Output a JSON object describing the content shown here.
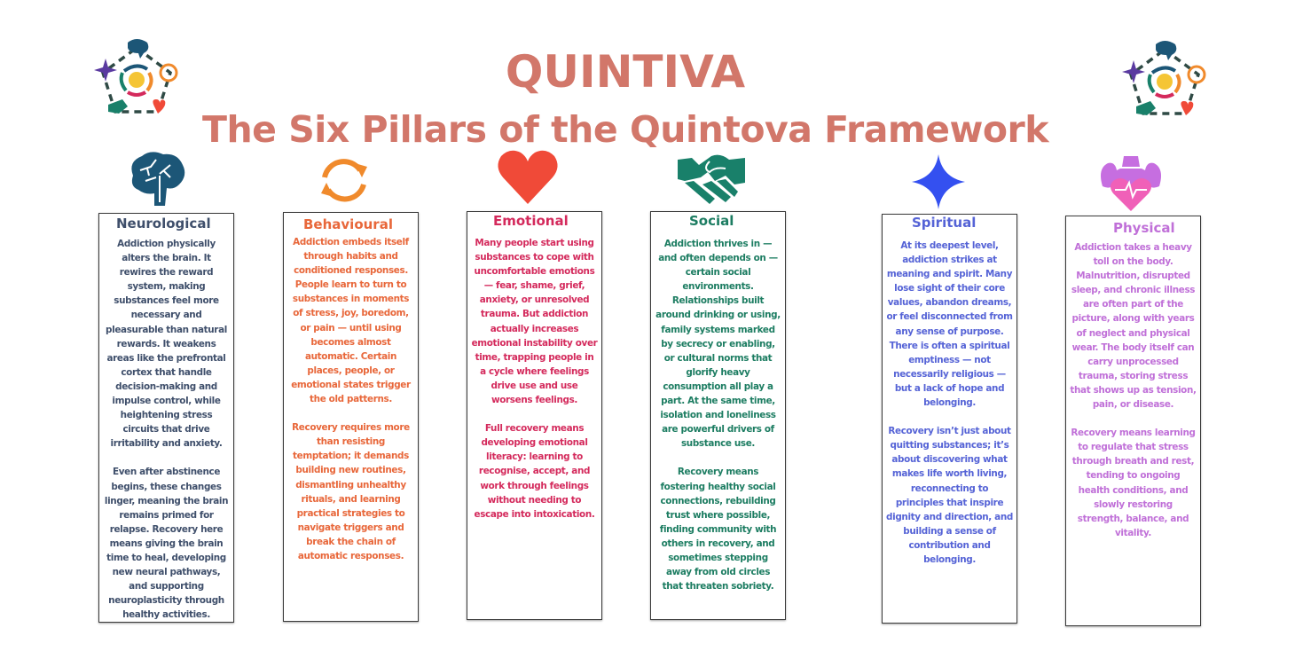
{
  "header": {
    "title": "QUINTIVA",
    "subtitle": "The Six Pillars of the Quintova Framework",
    "title_color": "#d2776a",
    "logo_icon": "quintova-pentagon-logo-icon"
  },
  "pillars": [
    {
      "key": "neurological",
      "title": "Neurological",
      "icon": "brain-icon",
      "color": "#3f4f6b",
      "icon_color": "#1c5677",
      "paragraphs": [
        "Addiction physically alters the brain. It rewires the reward system, making substances feel more necessary and pleasurable than natural rewards. It weakens areas like the prefrontal cortex that handle decision-making and impulse control, while heightening stress circuits that drive irritability and anxiety.",
        "Even after abstinence begins, these changes linger, meaning the brain remains primed for relapse. Recovery here means giving the brain time to heal, developing new neural pathways, and supporting neuroplasticity through healthy activities."
      ]
    },
    {
      "key": "behavioural",
      "title": "Behavioural",
      "icon": "cycle-arrows-icon",
      "color": "#e8673a",
      "icon_color": "#f08a2c",
      "paragraphs": [
        "Addiction embeds itself through habits and conditioned responses. People learn to turn to substances in moments of stress, joy, boredom, or pain — until using becomes almost automatic. Certain places, people, or emotional states trigger the old patterns.",
        "Recovery requires more than resisting temptation; it demands building new routines, dismantling unhealthy rituals, and learning practical strategies to navigate triggers and break the chain of automatic responses."
      ]
    },
    {
      "key": "emotional",
      "title": "Emotional",
      "icon": "heart-icon",
      "color": "#d42a5c",
      "icon_color": "#f04a38",
      "paragraphs": [
        "Many people start using substances to cope with uncomfortable emotions — fear, shame, grief, anxiety, or unresolved trauma. But addiction actually increases emotional instability over time, trapping people in a cycle where feelings drive use and use worsens feelings.",
        "Full recovery means developing emotional literacy: learning to recognise, accept, and work through feelings without needing to escape into intoxication."
      ]
    },
    {
      "key": "social",
      "title": "Social",
      "icon": "handshake-icon",
      "color": "#1d7d62",
      "icon_color": "#19806a",
      "paragraphs": [
        "Addiction thrives in — and often depends on — certain social environments. Relationships built around drinking or using, family systems marked by secrecy or enabling, or cultural norms that glorify heavy consumption all play a part. At the same time, isolation and loneliness are powerful drivers of substance use.",
        "Recovery means fostering healthy social connections, rebuilding trust where possible, finding community with others in recovery, and sometimes stepping away from old circles that threaten sobriety."
      ]
    },
    {
      "key": "spiritual",
      "title": "Spiritual",
      "icon": "four-point-star-icon",
      "color": "#5563d6",
      "icon_color": "#3450f0",
      "paragraphs": [
        "At its deepest level, addiction strikes at meaning and spirit. Many lose sight of their core values, abandon dreams, or feel disconnected from any sense of purpose. There is often a spiritual emptiness — not necessarily religious — but a lack of hope and belonging.",
        "Recovery isn’t just about quitting substances; it’s about discovering what makes life worth living, reconnecting to principles that inspire dignity and direction, and building a sense of contribution and belonging."
      ]
    },
    {
      "key": "physical",
      "title": "Physical",
      "icon": "strong-body-heart-icon",
      "color": "#c070d8",
      "icon_color": "#c66ee0",
      "paragraphs": [
        "Addiction takes a heavy toll on the body. Malnutrition, disrupted sleep, and chronic illness are often part of the picture, along with years of neglect and physical wear. The body itself can carry unprocessed trauma, storing stress that shows up as tension, pain, or disease.",
        "Recovery means learning to regulate that stress through breath and rest, tending to ongoing health conditions, and slowly restoring strength, balance, and vitality."
      ]
    }
  ]
}
